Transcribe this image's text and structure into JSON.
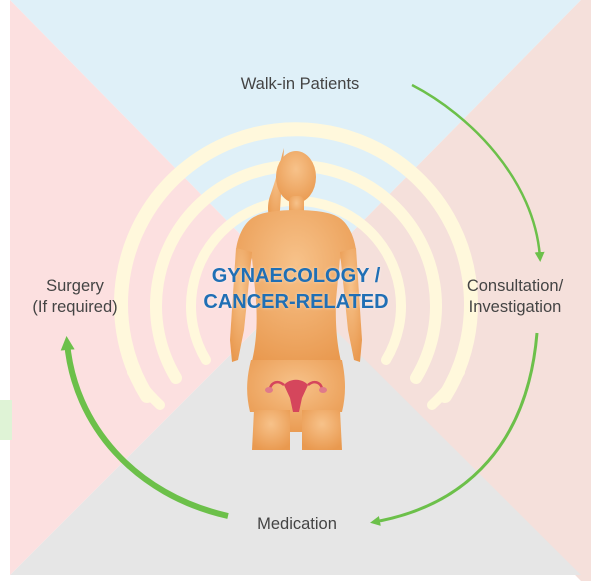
{
  "diagram": {
    "center_title_line1": "GYNAECOLOGY /",
    "center_title_line2": "CANCER-RELATED",
    "steps": {
      "walk_in": "Walk-in Patients",
      "consultation_line1": "Consultation/",
      "consultation_line2": "Investigation",
      "medication": "Medication",
      "surgery_line1": "Surgery",
      "surgery_line2": "(If required)"
    }
  },
  "colors": {
    "top_quadrant": "#dff0f8",
    "right_quadrant": "#f5e0db",
    "bottom_quadrant": "#e6e6e6",
    "left_quadrant": "#fce0e0",
    "arrow_green": "#6cc04a",
    "title_blue": "#1f6fb5",
    "ring_cream": "#fff8dc",
    "figure_skin": "#f3b06b"
  },
  "icons": {
    "figure": "female-body-icon",
    "uterus": "uterus-icon"
  }
}
